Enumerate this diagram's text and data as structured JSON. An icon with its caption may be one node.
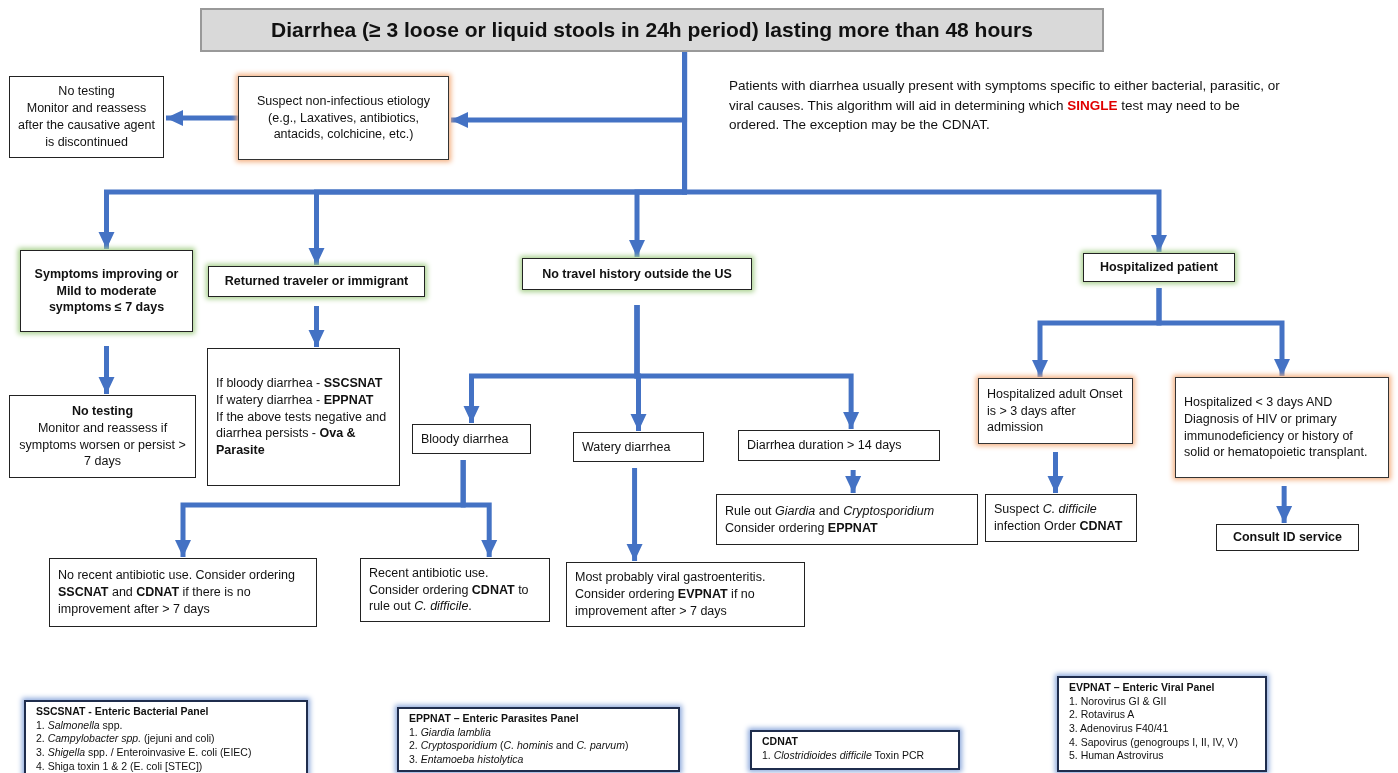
{
  "diagram": {
    "nodes": [
      {
        "text": [
          "Diarrhea (≥ 3 loose or liquid stools in 24h period) lasting more than 48 hours"
        ]
      },
      {
        "text": [
          "Suspect non-infectious etiology (e.g., Laxatives, antibiotics, antacids, colchicine, etc.)"
        ]
      },
      {
        "text": [
          "No testing",
          "Monitor and reassess after the causative agent is discontinued"
        ]
      },
      {
        "text": [
          "Symptoms improving or Mild to moderate symptoms ≤ 7 days"
        ]
      },
      {
        "text": [
          "Returned traveler or immigrant"
        ]
      },
      {
        "text": [
          "No travel history outside the US"
        ]
      },
      {
        "text": [
          "Hospitalized patient"
        ]
      },
      {
        "text": [
          "No testing",
          "Monitor and reassess if symptoms worsen or persist > 7 days"
        ]
      },
      {
        "text": [
          "If bloody diarrhea - **SSCSNAT**",
          "If watery diarrhea - **EPPNAT**",
          "If the above tests negative and diarrhea persists - **Ova & Parasite**"
        ]
      },
      {
        "text": [
          "Bloody diarrhea"
        ]
      },
      {
        "text": [
          "Watery diarrhea"
        ]
      },
      {
        "text": [
          "Diarrhea duration > 14 days"
        ]
      },
      {
        "text": [
          "No recent antibiotic use. Consider ordering **SSCNAT** and **CDNAT** if there is no improvement after > 7 days"
        ]
      },
      {
        "text": [
          "Recent antibiotic use. Consider ordering **CDNAT** to rule out *C. difficile*."
        ]
      },
      {
        "text": [
          "Most probably viral gastroenteritis. Consider ordering **EVPNAT** if no improvement after > 7 days"
        ]
      },
      {
        "text": [
          "Rule out *Giardia* and *Cryptosporidium*",
          "Consider ordering **EPPNAT**"
        ]
      },
      {
        "text": [
          "Hospitalized adult Onset is > 3 days after admission"
        ]
      },
      {
        "text": [
          "Hospitalized < 3 days AND Diagnosis of HIV or primary immunodeficiency or history of solid or hematopoietic transplant."
        ]
      },
      {
        "text": [
          "Suspect *C. difficile* infection Order **CDNAT**"
        ]
      },
      {
        "text": [
          "Consult ID service"
        ]
      },
      {
        "text": [
          "SSCSNAT - Enteric Bacterial Panel",
          "1. *Salmonella* spp.",
          "2. *Campylobacter spp.* (jejuni and coli)",
          "3. *Shigella* spp. / Enteroinvasive E. coli (EIEC)",
          "4. Shiga toxin 1 & 2 (E. coli [STEC])"
        ]
      },
      {
        "text": [
          "EPPNAT – Enteric Parasites Panel",
          "1. *Giardia lamblia*",
          "2. *Cryptosporidium* (*C. hominis* and *C. parvum*)",
          "3. *Entamoeba histolytica*"
        ]
      },
      {
        "text": [
          "CDNAT",
          "1. *Clostridioides difficile* Toxin PCR"
        ]
      },
      {
        "text": [
          "EVPNAT – Enteric Viral Panel",
          "1. Norovirus GI & GII",
          "2. Rotavirus A",
          "3. Adenovirus F40/41",
          "4. Sapovirus (genogroups I, II, IV, V)",
          "5. Human Astrovirus"
        ]
      }
    ],
    "edges": [
      {
        "from": 0,
        "to": 1,
        "arrow": "to"
      },
      {
        "from": 0,
        "to": 3,
        "arrow": "to"
      },
      {
        "from": 0,
        "to": 4,
        "arrow": "to"
      },
      {
        "from": 0,
        "to": 5,
        "arrow": "to"
      },
      {
        "from": 0,
        "to": 6,
        "arrow": "to"
      },
      {
        "from": 1,
        "to": 2,
        "arrow": "to"
      },
      {
        "from": 3,
        "to": 7,
        "arrow": "to"
      },
      {
        "from": 4,
        "to": 8,
        "arrow": "to"
      },
      {
        "from": 5,
        "to": 9,
        "arrow": "to"
      },
      {
        "from": 5,
        "to": 10,
        "arrow": "to"
      },
      {
        "from": 5,
        "to": 11,
        "arrow": "to"
      },
      {
        "from": 6,
        "to": 16,
        "arrow": "to"
      },
      {
        "from": 6,
        "to": 17,
        "arrow": "to"
      },
      {
        "from": 9,
        "to": 12,
        "arrow": "to"
      },
      {
        "from": 9,
        "to": 13,
        "arrow": "to"
      },
      {
        "from": 10,
        "to": 14,
        "arrow": "to"
      },
      {
        "from": 11,
        "to": 15,
        "arrow": "to"
      },
      {
        "from": 16,
        "to": 18,
        "arrow": "to"
      },
      {
        "from": 17,
        "to": 19,
        "arrow": "to"
      }
    ],
    "labels": [
      "Patients with diarrhea usually present with symptoms specific to either bacterial, parasitic, or viral causes. This algorithm will aid in determining which **SINGLE** test may need to be ordered. The exception may be the CDNAT."
    ]
  }
}
